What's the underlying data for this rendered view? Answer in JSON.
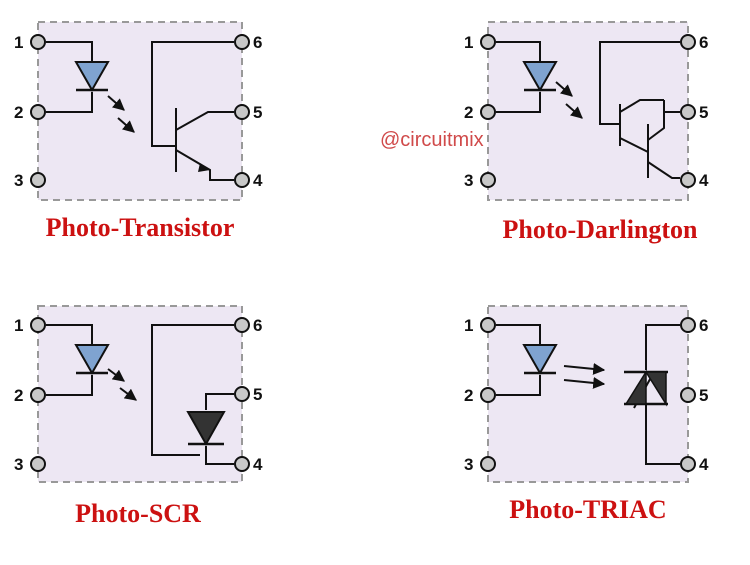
{
  "colors": {
    "caption": "#cc1111",
    "box_fill": "#ede7f3",
    "box_border": "#999999",
    "led_fill": "#7fa3d0",
    "scr_fill": "#333333",
    "wire": "#111111",
    "pin_fill": "#c8c8c8",
    "watermark": "#d04a4a"
  },
  "watermark": "@circuitmix",
  "panels": [
    {
      "name": "Photo-Transistor",
      "caption": "Photo-Transistor",
      "pins": [
        "1",
        "2",
        "3",
        "4",
        "5",
        "6"
      ]
    },
    {
      "name": "Photo-Darlington",
      "caption": "Photo-Darlington",
      "pins": [
        "1",
        "2",
        "3",
        "4",
        "5",
        "6"
      ]
    },
    {
      "name": "Photo-SCR",
      "caption": "Photo-SCR",
      "pins": [
        "1",
        "2",
        "3",
        "4",
        "5",
        "6"
      ]
    },
    {
      "name": "Photo-TRIAC",
      "caption": "Photo-TRIAC",
      "pins": [
        "1",
        "2",
        "3",
        "4",
        "5",
        "6"
      ]
    }
  ]
}
